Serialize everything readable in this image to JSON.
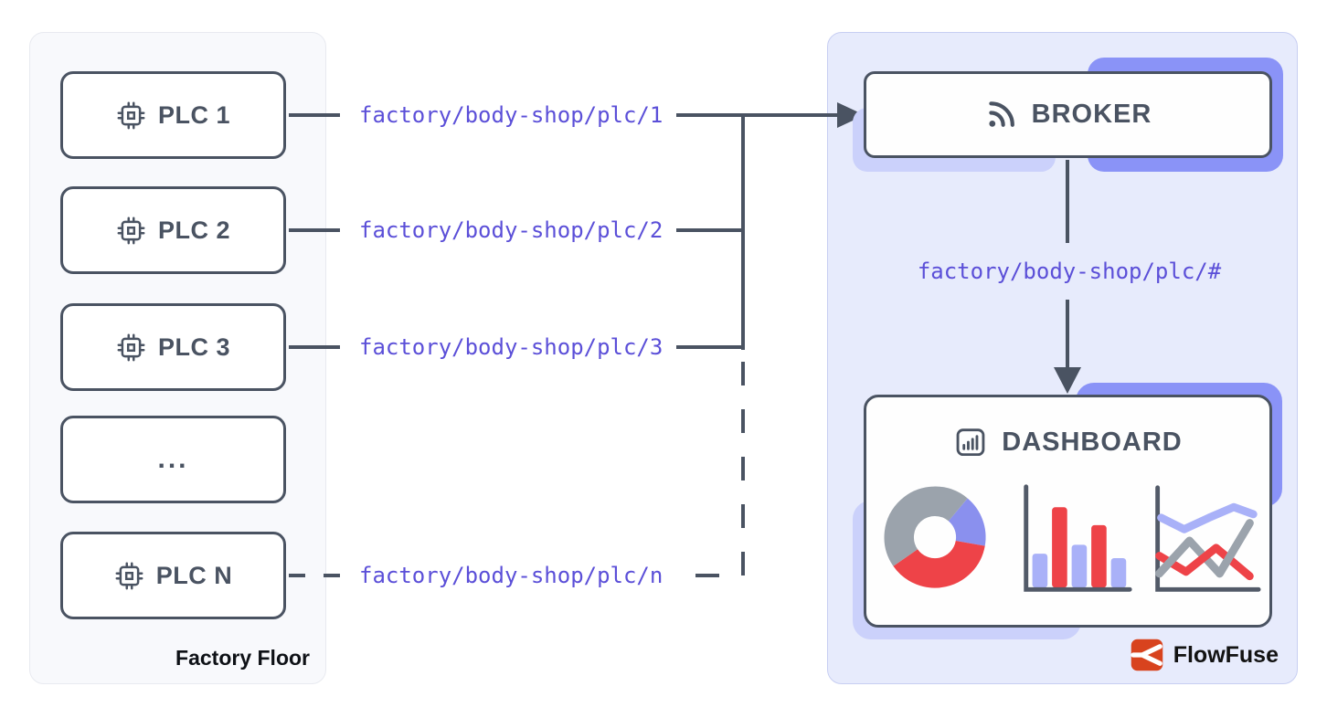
{
  "left_panel": {
    "title": "Factory Floor",
    "nodes": [
      {
        "id": "plc1",
        "label": "PLC 1",
        "icon": "cpu-icon",
        "link_style": "solid"
      },
      {
        "id": "plc2",
        "label": "PLC 2",
        "icon": "cpu-icon",
        "link_style": "solid"
      },
      {
        "id": "plc3",
        "label": "PLC 3",
        "icon": "cpu-icon",
        "link_style": "solid"
      },
      {
        "id": "ellipsis",
        "label": "...",
        "icon": null,
        "link_style": "none"
      },
      {
        "id": "plcn",
        "label": "PLC N",
        "icon": "cpu-icon",
        "link_style": "dashed"
      }
    ]
  },
  "topics": {
    "plc1": "factory/body-shop/plc/1",
    "plc2": "factory/body-shop/plc/2",
    "plc3": "factory/body-shop/plc/3",
    "plcn": "factory/body-shop/plc/n",
    "wildcard": "factory/body-shop/plc/#"
  },
  "right_panel": {
    "broker": {
      "label": "BROKER",
      "icon": "rss-icon"
    },
    "dashboard": {
      "label": "DASHBOARD",
      "icon": "bar-chart-icon"
    },
    "brand": {
      "label": "FlowFuse",
      "icon": "flowfuse-logo"
    }
  },
  "dashboard_charts": {
    "donut": {
      "type": "pie",
      "segments": [
        {
          "name": "gray",
          "color": "#9ba3ac",
          "percent": 46
        },
        {
          "name": "periwinkle",
          "color": "#8a90ee",
          "percent": 17
        },
        {
          "name": "red",
          "color": "#ee4348",
          "percent": 37
        }
      ]
    },
    "bars": {
      "type": "bar",
      "values": [
        38,
        90,
        48,
        70,
        33
      ],
      "colors": [
        "#a9b1f8",
        "#ee4348",
        "#a9b1f8",
        "#ee4348",
        "#a9b1f8"
      ]
    },
    "lines": {
      "type": "line",
      "series": [
        {
          "name": "periwinkle",
          "color": "#a9b1f8"
        },
        {
          "name": "gray",
          "color": "#9ba3ac"
        },
        {
          "name": "red",
          "color": "#ee4348"
        }
      ]
    }
  },
  "colors": {
    "ink": "#4a5362",
    "topic_text": "#5b4fd8",
    "accent_strong": "#8a93f7",
    "accent_light": "#cbd1fb",
    "cloud_panel_bg": "#e7ebfc",
    "factory_panel_bg": "#f8f9fc",
    "red": "#ee4348",
    "periwinkle": "#a9b1f8",
    "gray": "#9ba3ac",
    "brand_red": "#d8431e"
  }
}
